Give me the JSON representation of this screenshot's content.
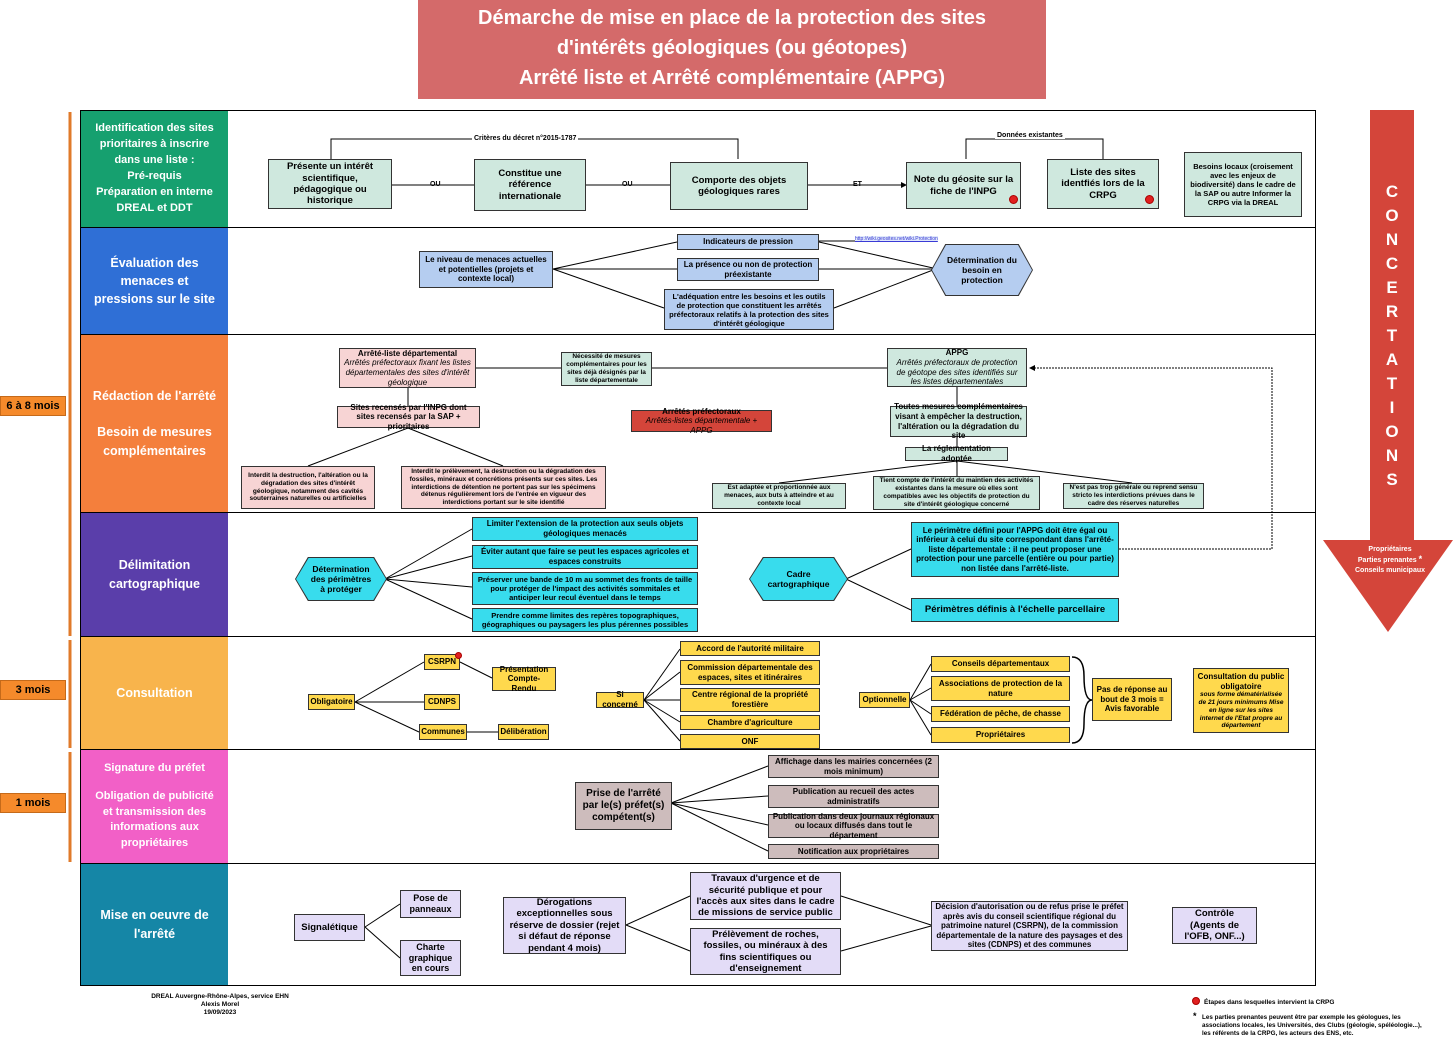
{
  "title": {
    "line1": "Démarche de mise en place de la protection des sites",
    "line2": "d'intérêts géologiques (ou géotopes)",
    "line3": "Arrêté liste et Arrêté complémentaire (APPG)"
  },
  "colors": {
    "title_bg": "#d46a6a",
    "lane_identification": "#16a06f",
    "lane_evaluation": "#2f6fd6",
    "lane_redaction": "#f47f3c",
    "lane_delimitation": "#5a3eaa",
    "lane_consultation": "#f8b44c",
    "lane_signature": "#f260c7",
    "lane_mise": "#1586a6",
    "concertation": "#d4453a",
    "duration": "#f58a2b"
  },
  "durations": {
    "d1": "6 à 8 mois",
    "d2": "3 mois",
    "d3": "1 mois"
  },
  "lanes": {
    "l1": [
      "Identification des sites",
      "prioritaires à inscrire",
      "dans une liste :",
      "Pré-requis",
      "Préparation en interne",
      "DREAL et DDT"
    ],
    "l2": [
      "Évaluation des",
      "menaces et",
      "pressions sur le site"
    ],
    "l3a": "Rédaction de l'arrêté",
    "l3b": [
      "Besoin de mesures",
      "complémentaires"
    ],
    "l4": [
      "Délimitation",
      "cartographique"
    ],
    "l5": "Consultation",
    "l6a": "Signature du préfet",
    "l6b": [
      "Obligation de publicité",
      "et transmission des",
      "informations aux",
      "propriétaires"
    ],
    "l7": [
      "Mise en oeuvre de",
      "l'arrêté"
    ]
  },
  "identification": {
    "criteria_label": "Critères du décret n°2015-1787",
    "existing_label": "Données existantes",
    "b1": "Présente un intérêt scientifique, pédagogique ou historique",
    "b2": "Constitue une référence internationale",
    "b3": "Comporte des objets géologiques rares",
    "b4": "Note du géosite sur la fiche de l'INPG",
    "b5": "Liste des sites identfiés lors de la CRPG",
    "b6": "Besoins locaux (croisement avec les enjeux de biodiversité) dans le cadre de la SAP ou autre Informer la CRPG via la DREAL",
    "ou1": "OU",
    "ou2": "OU",
    "et": "ET"
  },
  "evaluation": {
    "threat": "Le niveau de menaces actuelles et potentielles (projets et contexte local)",
    "p1": "Indicateurs de pression",
    "p1_link": "http://wiki.geosites.net/wiki.Protection",
    "p2": "La présence ou non de protection préexistante",
    "p3": "L'adéquation entre les besoins et les outils de protection que constituent les arrêtés préfectoraux relatifs à la protection des sites d'intérêt géologique",
    "hex": "Détermination du besoin en protection"
  },
  "redaction": {
    "liste_title": "Arrêté-liste départemental",
    "liste_sub": "Arrêtés préfectoraux fixant les listes départementales des sites d'intérêt géologique",
    "recenses": "Sites recensés par l'INPG dont sites recensés par la SAP + prioritaires",
    "interdit1": "Interdit la destruction, l'altération ou la dégradation des sites d'intérêt géologique, notamment des cavités souterraines naturelles ou artificielles",
    "interdit2": "Interdit le prélèvement, la destruction ou la dégradation des fossiles, minéraux et concrétions présents sur ces sites. Les interdictions de détention ne portent pas sur les spécimens détenus régulièrement lors de l'entrée en vigueur des interdictions portant sur le site identifié",
    "necessite": "Nécessité de mesures complémentaires pour les sites déjà désignés par la liste départementale",
    "arretes_title": "Arrêtés préfectoraux",
    "arretes_sub": "Arrêtés-listes départementale + APPG",
    "appg_title": "APPG",
    "appg_sub": "Arrêtés préfectoraux de protection de géotope des sites identifiés sur les listes départementales",
    "toutes": "Toutes mesures complémentaires visant à empêcher la destruction, l'altération ou la dégradation du site",
    "reglementation": "La réglementation adoptée",
    "r1": "Est adaptée et proportionnée aux menaces, aux buts à atteindre et au contexte local",
    "r2": "Tient compte de l'intérêt du maintien des activités existantes dans la mesure où elles sont compatibles avec les objectifs de protection du site d'intérêt géologique concerné",
    "r3": "N'est pas trop générale ou reprend sensu stricto les interdictions prévues dans le cadre des réserves naturelles"
  },
  "delimitation": {
    "hex1": "Détermination des périmètres à protéger",
    "c1": "Limiter l'extension de la protection aux seuls objets géologiques menacés",
    "c2": "Éviter autant que faire se peut les espaces agricoles et espaces construits",
    "c3": "Préserver une bande de 10 m au sommet des fronts de taille pour protéger de l'impact des activités sommitales et anticiper leur recul éventuel dans le temps",
    "c4": "Prendre comme limites des repères topographiques, géographiques ou paysagers les plus pérennes possibles",
    "hex2": "Cadre cartographique",
    "k1": "Le périmètre défini pour l'APPG doit être égal ou inférieur à celui du site correspondant dans l'arrêté-liste départementale : il ne peut proposer une protection pour une parcelle (entière ou pour partie) non listée dans l'arrêté-liste.",
    "k2": "Périmètres définis à l'échelle parcellaire"
  },
  "consultation": {
    "obligatoire": "Obligatoire",
    "csrpn": "CSRPN",
    "cdnps": "CDNPS",
    "communes": "Communes",
    "presentation": "Présentation Compte-Rendu",
    "deliberation": "Délibération",
    "si_concerne": "Si concerné",
    "s1": "Accord de l'autorité militaire",
    "s2": "Commission départementale des espaces, sites et itinéraires",
    "s3": "Centre régional de la propriété forestière",
    "s4": "Chambre d'agriculture",
    "s5": "ONF",
    "optionnelle": "Optionnelle",
    "o1": "Conseils départementaux",
    "o2": "Associations de protection de la nature",
    "o3": "Fédération de pêche, de chasse",
    "o4": "Propriétaires",
    "avis": "Pas de réponse au bout de 3 mois = Avis favorable",
    "public_title": "Consultation du public obligatoire",
    "public_sub": "sous forme dématérialisée de 21 jours minimums Mise en ligne sur les sites internet de l'Etat propre au département"
  },
  "signature": {
    "prise": "Prise de l'arrêté par le(s) préfet(s) compétent(s)",
    "a1": "Affichage dans les mairies concernées (2 mois minimum)",
    "a2": "Publication au recueil des actes administratifs",
    "a3": "Publication dans deux journaux régionaux ou locaux diffusés dans tout le département",
    "a4": "Notification aux propriétaires"
  },
  "mise": {
    "signaletique": "Signalétique",
    "pose": "Pose de panneaux",
    "charte": "Charte graphique en cours",
    "derogations": "Dérogations exceptionnelles sous réserve de dossier (rejet si défaut de réponse pendant 4 mois)",
    "travaux": "Travaux d'urgence et de sécurité publique et pour l'accès aux sites dans le cadre de missions de service public",
    "prelevement": "Prélèvement de roches, fossiles, ou minéraux à des fins scientifiques ou d'enseignement",
    "decision": "Décision d'autorisation ou de refus prise le préfet après avis du conseil scientifique régional du patrimoine naturel (CSRPN), de la commission départementale de la nature des paysages et des sites (CDNPS) et des communes",
    "controle": "Contrôle (Agents de l'OFB, ONF...)"
  },
  "concertation": {
    "letters": [
      "C",
      "O",
      "N",
      "C",
      "E",
      "R",
      "T",
      "A",
      "T",
      "I",
      "O",
      "N",
      "S"
    ],
    "p1": "Propriétaires",
    "p2": "Parties prenantes",
    "p3": "Conseils municipaux",
    "star": "*"
  },
  "footer": {
    "org": "DREAL Auvergne-Rhône-Alpes, service EHN",
    "author": "Alexis Morel",
    "date": "19/09/2023",
    "legend_dot": "Étapes dans lesquelles intervient la CRPG",
    "legend_star_symbol": "*",
    "legend_star": "Les parties prenantes peuvent être par exemple les géologues, les associations locales, les Universités, des Clubs (géologie, spéléologie...), les référents de la CRPG, les acteurs des ENS, etc."
  }
}
